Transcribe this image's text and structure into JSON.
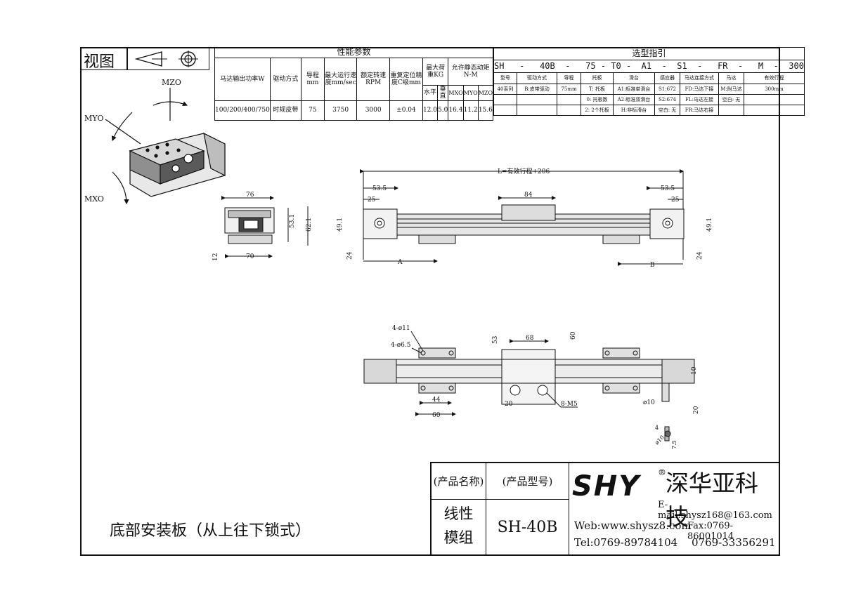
{
  "view_label": "视图",
  "performance": {
    "title": "性能参数",
    "headers": [
      "马达输出功率W",
      "驱动方式",
      "导程mm",
      "最大运行速度mm/sec",
      "额定转速RPM",
      "重复定位精度C级mm",
      "最大荷重KG",
      "允许静态动矩N-M"
    ],
    "load_sub": [
      "水平",
      "垂直"
    ],
    "moment_sub": [
      "MXO",
      "MYO",
      "MZO"
    ],
    "row": [
      "100/200/400/750",
      "时规皮带",
      "75",
      "3750",
      "3000",
      "±0.04",
      "12.0",
      "5.0",
      "16.4",
      "11.2",
      "15.6"
    ]
  },
  "selection": {
    "title": "选型指引",
    "code": [
      "SH",
      "-",
      "40B",
      "-",
      "75",
      "-",
      "T0",
      "-",
      "A1",
      "-",
      "S1",
      "-",
      "FR",
      "-",
      "M",
      "-",
      "300"
    ],
    "headers": [
      "型号",
      "驱动方式",
      "导程",
      "托板",
      "滑台",
      "感应器",
      "马达连接方式",
      "马达",
      "有效行程"
    ],
    "rows": [
      [
        "40系列",
        "B:皮带驱动",
        "75mm",
        "T: 托板",
        "A1:标准单滑台",
        "S1:672",
        "FD:马达下接",
        "M:附马达",
        "300mm"
      ],
      [
        "",
        "",
        "",
        "0: 托板数",
        "A2:标准双滑台",
        "S2:674",
        "FL:马达左接",
        "空白: 无",
        ""
      ],
      [
        "",
        "",
        "",
        "2: 2个托板",
        "H:非标滑台",
        "空白: 无",
        "FR:马达右接",
        "",
        ""
      ]
    ]
  },
  "iso": {
    "mzo": "MZO",
    "myo": "MYO",
    "mxo": "MXO"
  },
  "dims": {
    "end_76": "76",
    "end_70": "70",
    "end_53_1": "53.1",
    "end_62_1": "62.1",
    "end_12": "12",
    "L": "L=有效行程+206",
    "d53_5a": "53.5",
    "d25a": "25",
    "d84": "84",
    "d53_5b": "53.5",
    "d25b": "25",
    "d49_1a": "49.1",
    "d49_1b": "49.1",
    "d24a": "24",
    "d24b": "24",
    "A": "A",
    "B": "B",
    "h11": "4-ø11",
    "h6_5": "4-ø6.5",
    "d53": "53",
    "d68": "68",
    "d60v": "60",
    "d44": "44",
    "d60": "60",
    "d20": "20",
    "m5": "8-M5",
    "d10": "10",
    "phi10": "ø10",
    "d20v": "20",
    "d4": "4",
    "phi10b": "ø10",
    "d7_5": "7.5"
  },
  "bottom_note": "底部安装板（从上往下锁式）",
  "title_block": {
    "name_label": "(产品名称)",
    "model_label": "(产品型号)",
    "name_value_line1": "线性",
    "name_value_line2": "模组",
    "model_value": "SH-40B",
    "logo": "SHY",
    "registered": "®",
    "company": "深华亚科技",
    "email": "E-mail:shysz168@163.com",
    "web": "Web:www.shysz8.com",
    "fax": "Fax:0769-86001014",
    "tel": "Tel:0769-89784104",
    "tel2": "0769-33356291"
  }
}
